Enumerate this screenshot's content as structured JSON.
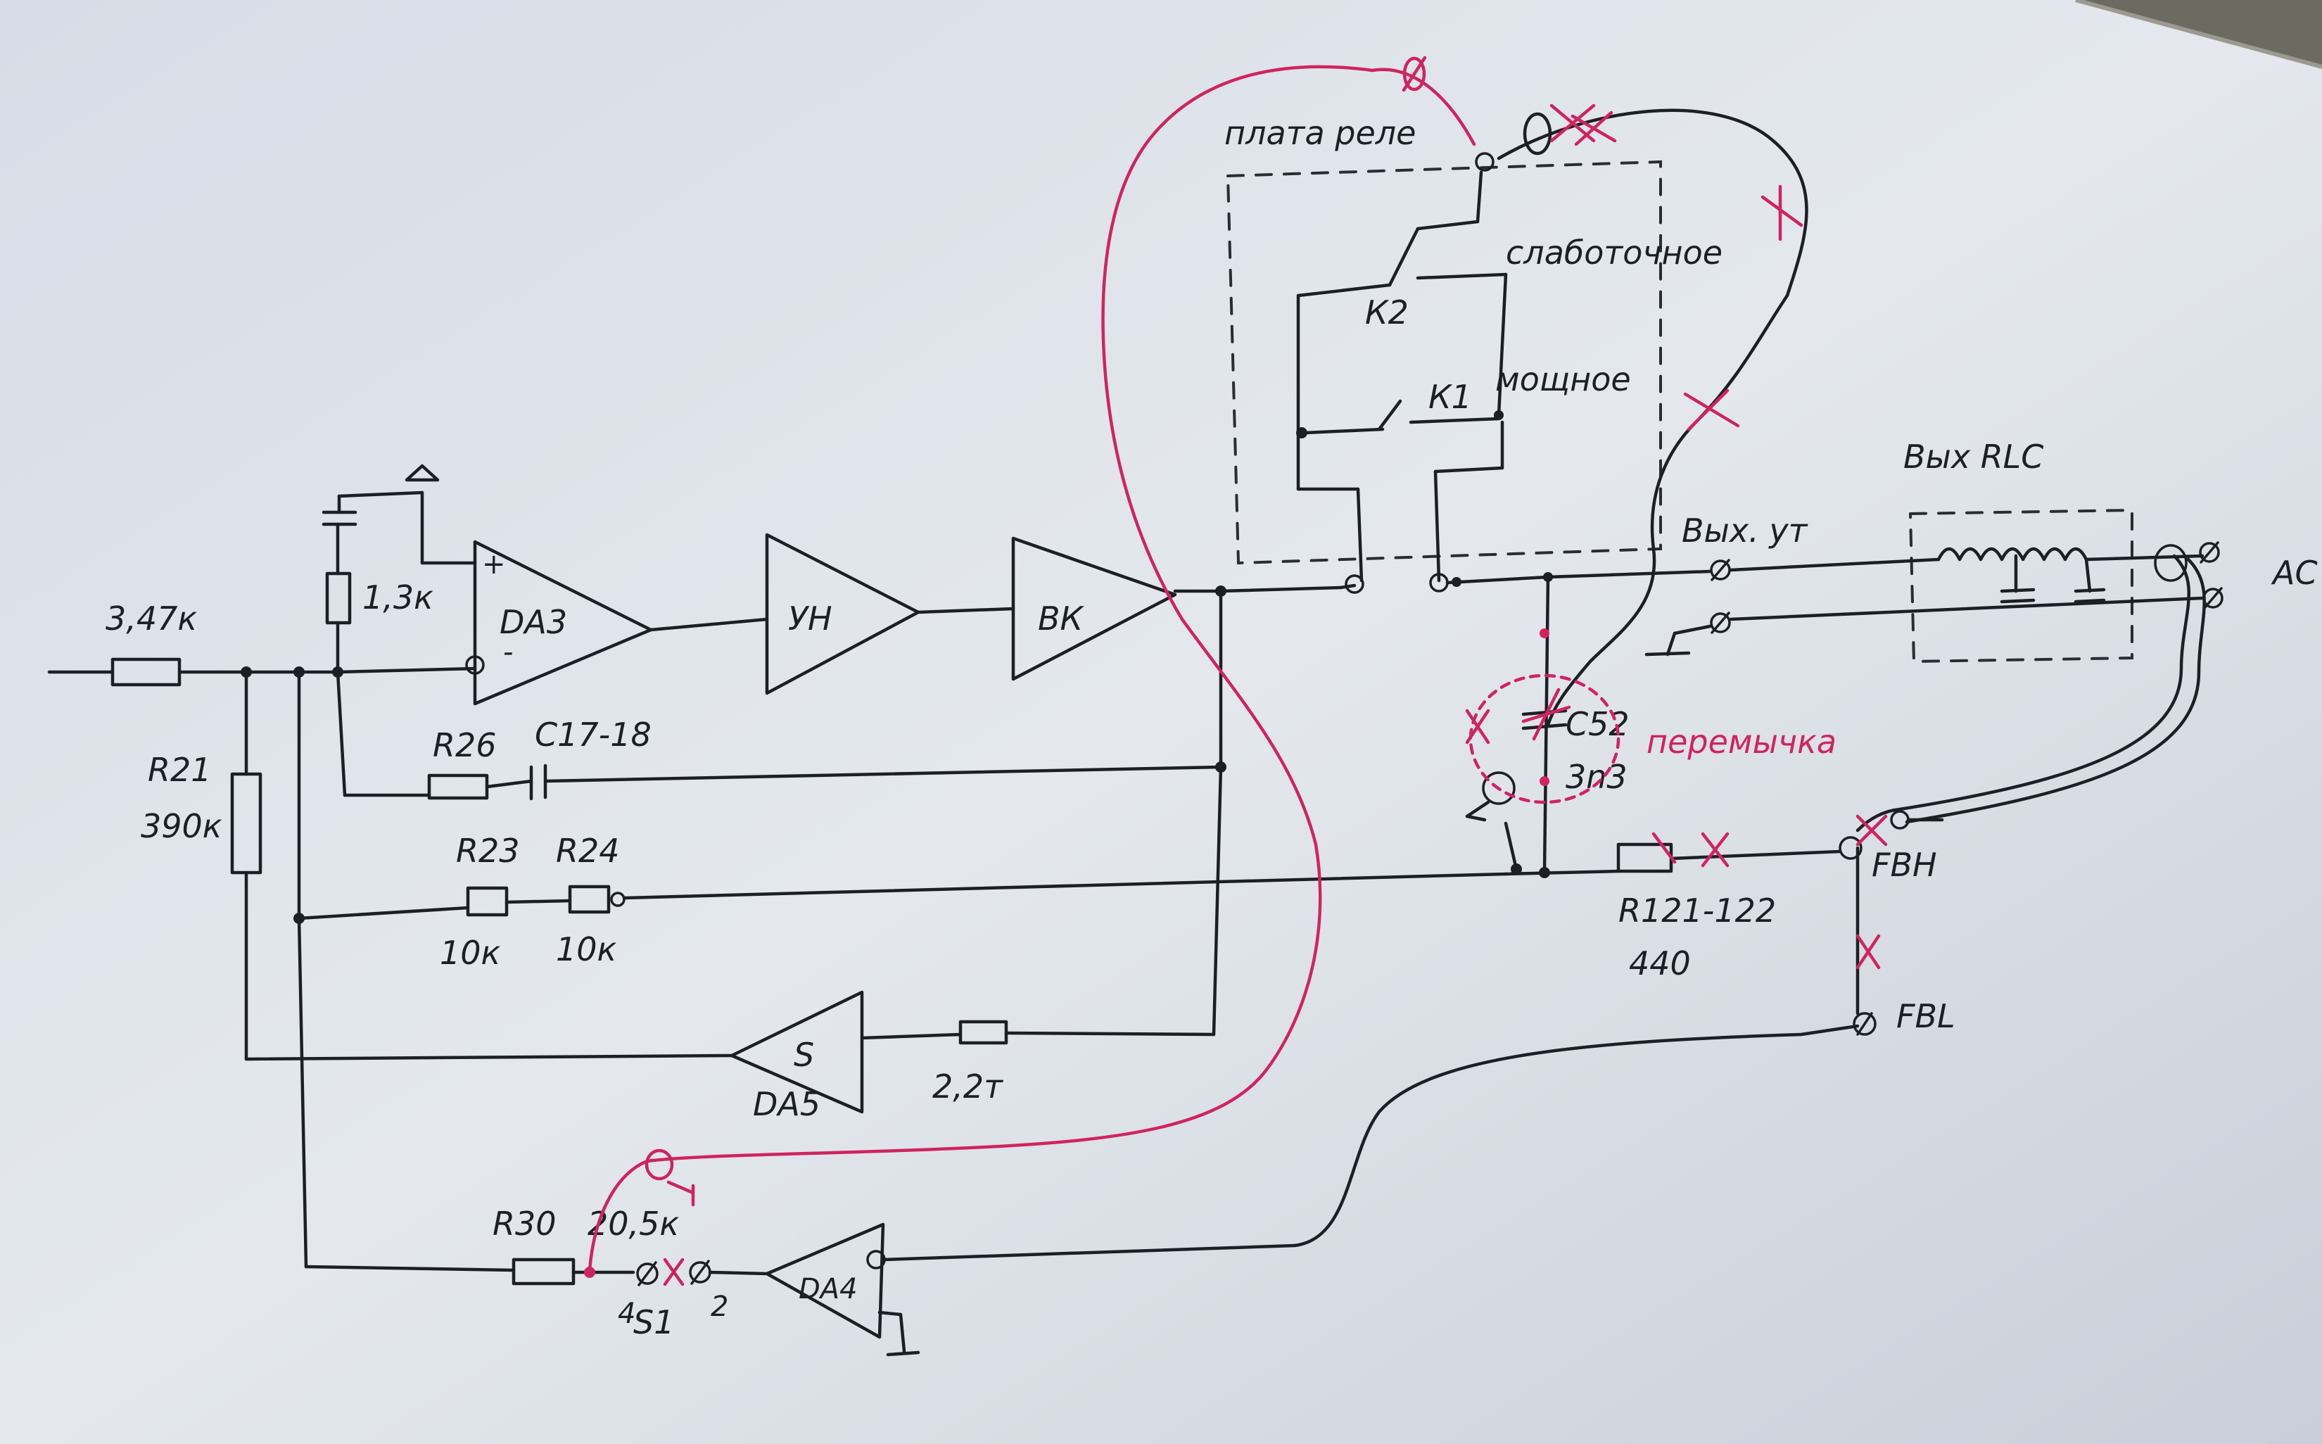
{
  "labels": {
    "r_input": "3,47к",
    "r21_name": "R21",
    "r21_value": "390к",
    "r_fb": "1,3к",
    "da3": "DA3",
    "plus": "+",
    "minus": "-",
    "un": "УН",
    "vk": "ВК",
    "r26": "R26",
    "c17_18": "С17-18",
    "r23": "R23",
    "r24": "R24",
    "r23_value": "10к",
    "r24_value": "10к",
    "da5_symbol": "S",
    "da5": "DA5",
    "r_2m2": "2,2т",
    "r30": "R30",
    "r30_value": "20,5к",
    "s1": "S1",
    "s1_pin_left": "4",
    "s1_pin_right": "2",
    "da4": "DA4",
    "relay_board": "плата реле",
    "relay_weak": "слаботочное",
    "relay_power": "мощное",
    "k2": "К2",
    "k1": "К1",
    "amp_out": "Вых. ут",
    "rlc_out": "Вых RLC",
    "c52": "С52",
    "c52_value": "3n3",
    "jumper": "перемычка",
    "r121_122": "R121-122",
    "r121_value": "440",
    "fbh": "FBH",
    "fbl": "FBL",
    "ac": "AC"
  }
}
